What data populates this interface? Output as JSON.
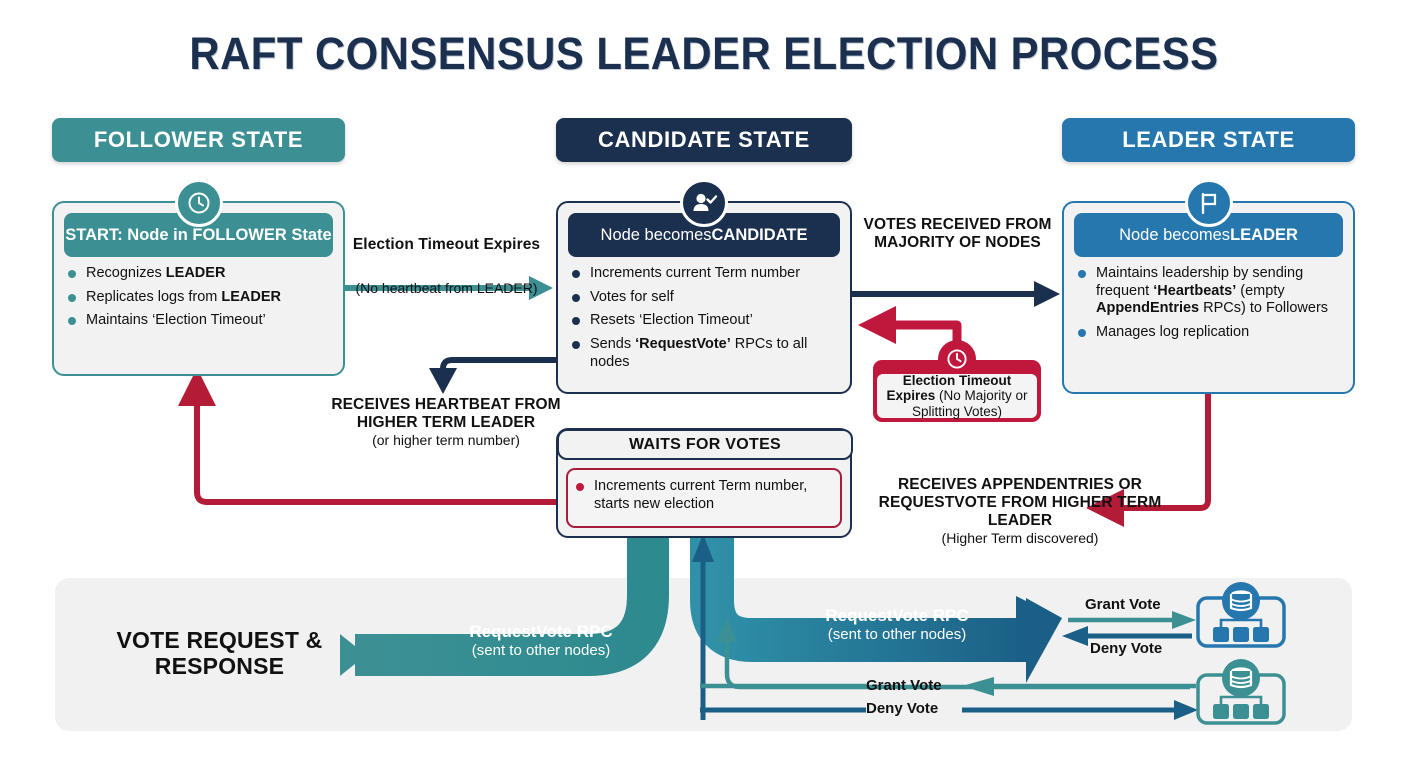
{
  "title": "RAFT CONSENSUS LEADER ELECTION PROCESS",
  "colors": {
    "teal": "#3c9094",
    "navy": "#1b2f4e",
    "blue": "#2577ad",
    "red": "#c0173c",
    "panel_bg": "#f1f1f1",
    "card_bg": "#f2f2f2"
  },
  "columns": [
    {
      "id": "follower",
      "header": "FOLLOWER STATE",
      "icon": "clock-icon",
      "card_title_plain": "START: Node in FOLLOWER State",
      "bullets": [
        {
          "pre": "Recognizes ",
          "bold": "LEADER",
          "post": ""
        },
        {
          "pre": "Replicates logs from ",
          "bold": "LEADER",
          "post": ""
        },
        {
          "pre": "Maintains ‘Election Timeout’",
          "bold": "",
          "post": ""
        }
      ]
    },
    {
      "id": "candidate",
      "header": "CANDIDATE STATE",
      "icon": "user-check-icon",
      "card_title_pre": "Node becomes ",
      "card_title_bold": "CANDIDATE",
      "bullets": [
        {
          "pre": "Increments current Term number",
          "bold": "",
          "post": ""
        },
        {
          "pre": "Votes for self",
          "bold": "",
          "post": ""
        },
        {
          "pre": "Resets ‘Election Timeout’",
          "bold": "",
          "post": ""
        },
        {
          "pre": "Sends ",
          "bold": "‘RequestVote’",
          "post": " RPCs to all nodes"
        }
      ]
    },
    {
      "id": "leader",
      "header": "LEADER STATE",
      "icon": "flag-icon",
      "card_title_pre": "Node becomes ",
      "card_title_bold": "LEADER",
      "bullets": [
        {
          "pre": "Maintains leadership by sending frequent ",
          "bold": "‘Heartbeats’",
          "post": " (empty ",
          "bold2": "AppendEntries",
          "post2": " RPCs) to Followers"
        },
        {
          "pre": "Manages log replication",
          "bold": "",
          "post": ""
        }
      ]
    }
  ],
  "waits": {
    "title": "WAITS FOR VOTES",
    "bullet": "Increments current Term number, starts new election"
  },
  "timeout_badge": {
    "icon": "clock-icon",
    "line_bold": "Election Timeout Expires",
    "line_rest": " (No Majority or Splitting Votes)"
  },
  "edge_labels": {
    "election_timeout": {
      "big": "Election Timeout Expires",
      "small": "(No heartbeat from LEADER)"
    },
    "votes_majority": {
      "big": "VOTES RECEIVED FROM MAJORITY OF NODES",
      "small": ""
    },
    "receives_heartbeat": {
      "big": "RECEIVES HEARTBEAT FROM HIGHER TERM LEADER",
      "small": "(or higher term number)"
    },
    "receives_appendentries": {
      "big": "RECEIVES APPENDENTRIES OR REQUESTVOTE FROM HIGHER TERM LEADER",
      "small": "(Higher Term discovered)"
    }
  },
  "bottom_panel": {
    "title": "VOTE REQUEST & RESPONSE",
    "ribbon_left": {
      "line1": "RequestVote RPC",
      "line2": "(sent to other nodes)"
    },
    "ribbon_right": {
      "line1": "RequestVote RPC",
      "line2": "(sent to other nodes)"
    },
    "vote_labels": {
      "grant_top": "Grant Vote",
      "deny_top": "Deny Vote",
      "grant_bottom": "Grant Vote",
      "deny_bottom": "Deny Vote"
    },
    "nodes": [
      {
        "id": "node-top",
        "icon": "database-cluster-icon",
        "color": "#2577ad"
      },
      {
        "id": "node-bottom",
        "icon": "database-cluster-icon",
        "color": "#3c9094"
      }
    ]
  }
}
